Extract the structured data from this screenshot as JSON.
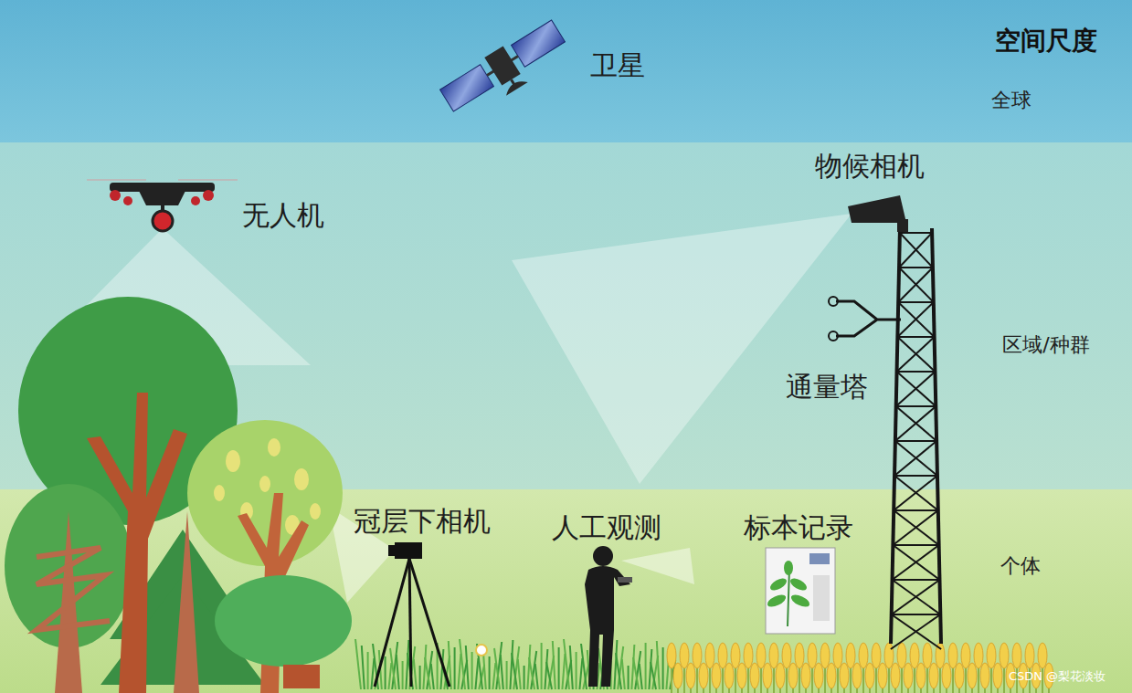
{
  "diagram": {
    "nodes": [
      {
        "text": [
          "全球"
        ]
      },
      {
        "text": [
          "区域/种群"
        ]
      },
      {
        "text": [
          "个体"
        ]
      }
    ],
    "labels": [
      "空间尺度",
      "卫星",
      "无人机",
      "物候相机",
      "通量塔",
      "冠层下相机",
      "人工观测",
      "标本记录",
      "CSDN @梨花淡妆"
    ]
  }
}
